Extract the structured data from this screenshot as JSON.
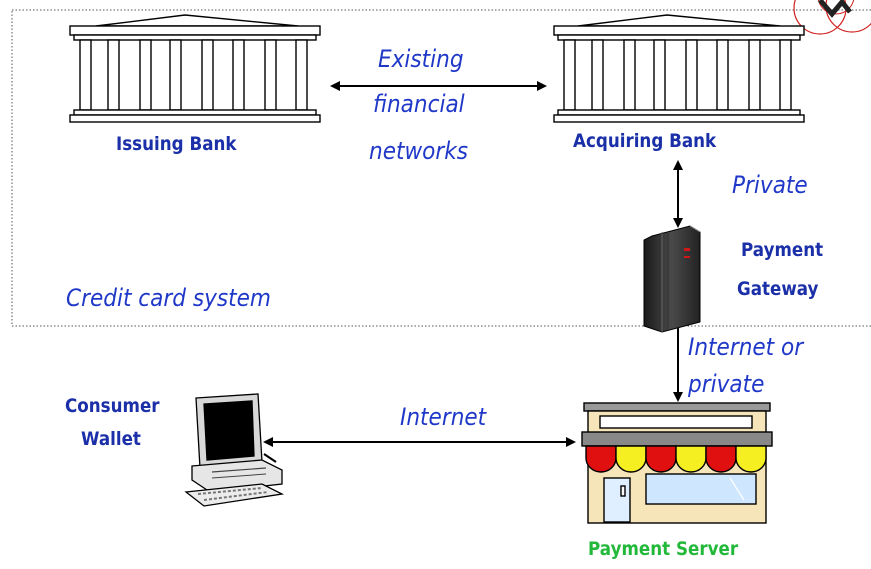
{
  "nodes": {
    "issuing_bank": "Issuing Bank",
    "acquiring_bank": "Acquiring Bank",
    "payment_gateway_line1": "Payment",
    "payment_gateway_line2": "Gateway",
    "consumer_wallet_line1": "Consumer",
    "consumer_wallet_line2": "Wallet",
    "payment_server": "Payment Server"
  },
  "links": {
    "banks_line1": "Existing",
    "banks_line2": "financial",
    "banks_line3": "networks",
    "acquirer_gateway": "Private",
    "gateway_server_line1": "Internet or",
    "gateway_server_line2": "private",
    "wallet_server": "Internet"
  },
  "region": {
    "label": "Credit card system"
  },
  "colors": {
    "node_label": "#1a2fa8",
    "link_label": "#1f38c8",
    "server_label": "#22b83a",
    "awning_red": "#e01010",
    "awning_yellow": "#f5ee20"
  }
}
